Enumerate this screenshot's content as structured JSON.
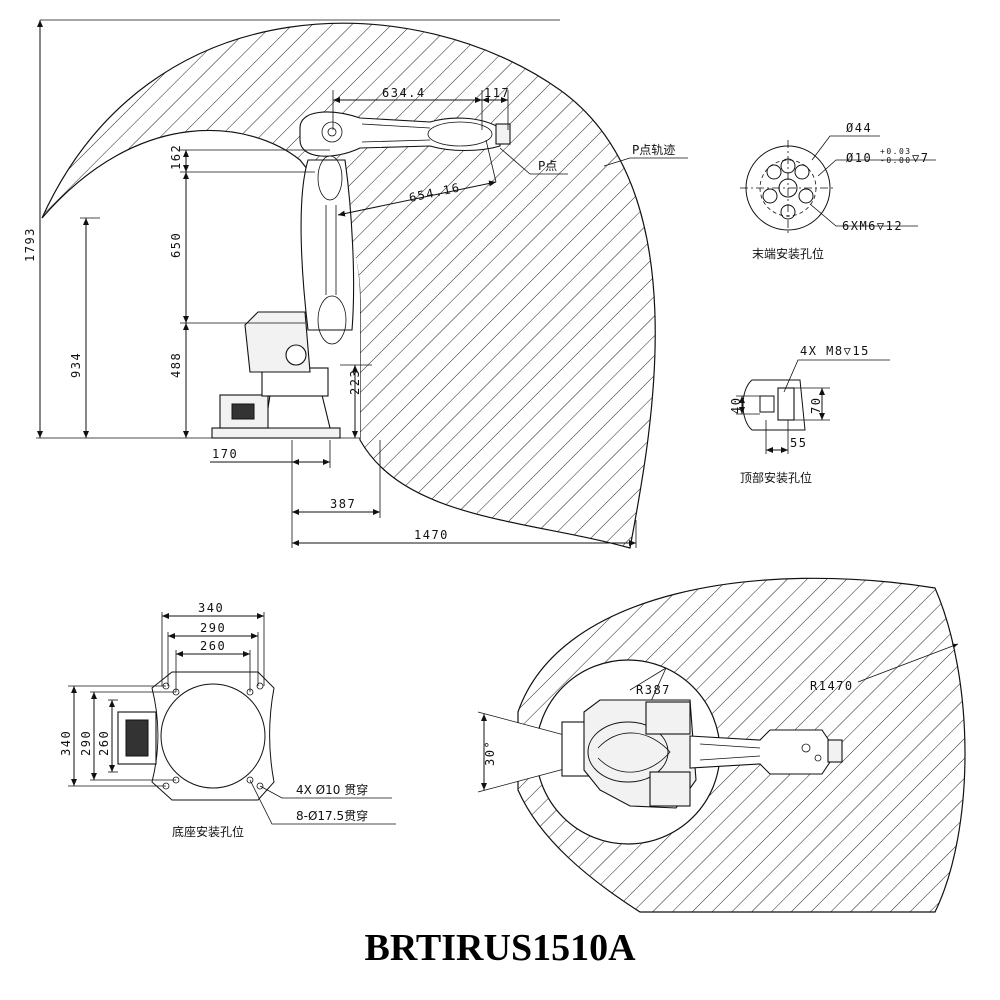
{
  "title": "BRTIRUS1510A",
  "side_view": {
    "dims_horizontal": {
      "d634_4": "634.4",
      "d117": "117",
      "d170": "170",
      "d387": "387",
      "d1470": "1470"
    },
    "dims_vertical": {
      "d1793": "1793",
      "d934": "934",
      "d162": "162",
      "d650": "650",
      "d488": "488",
      "d223": "223"
    },
    "diag_dim": "654.16",
    "p_point_label": "P点",
    "trajectory_label": "P点轨迹"
  },
  "flange_detail": {
    "dia44": "Ø44",
    "dia10": "Ø10",
    "dia10_tol_upper": "+0.03",
    "dia10_tol_lower": "-0.00",
    "dia10_depth": "▽7",
    "thread": "6XM6▽12",
    "caption": "末端安装孔位"
  },
  "top_detail": {
    "thread": "4X  M8▽15",
    "d40": "40",
    "d70": "70",
    "d55": "55",
    "caption": "顶部安装孔位"
  },
  "base_detail": {
    "w340": "340",
    "w290": "290",
    "w260": "260",
    "h340": "340",
    "h290": "290",
    "h260": "260",
    "holes_a": "4X  Ø10  贯穿",
    "holes_b": "8-Ø17.5贯穿",
    "caption": "底座安装孔位"
  },
  "top_view": {
    "r387": "R387",
    "r1470": "R1470",
    "angle": "30°"
  }
}
